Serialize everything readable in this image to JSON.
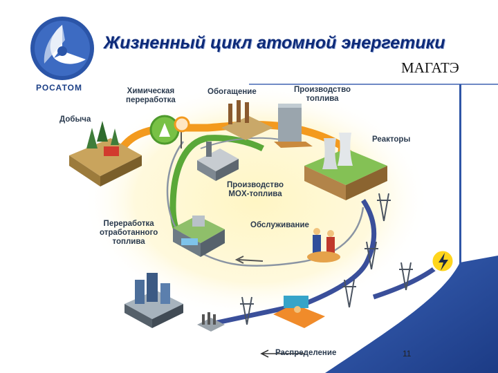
{
  "header": {
    "logo_text": "РОСАТОМ",
    "title": "Жизненный цикл атомной энергетики",
    "subtitle": "МАГАТЭ"
  },
  "diagram": {
    "stages": {
      "mining": "Добыча",
      "chemical_processing": "Химическая\nпереработка",
      "enrichment": "Обогащение",
      "fuel_production": "Производство\nтоплива",
      "reactors": "Реакторы",
      "mox_production": "Производство\nMOX-топлива",
      "maintenance": "Обслуживание",
      "spent_fuel_reprocessing": "Переработка\nотработанного\nтоплива",
      "distribution": "Распределение"
    }
  },
  "footer": {
    "page_number": "11"
  },
  "colors": {
    "title": "#0d2a78",
    "flow_orange": "#f39a1e",
    "flow_green": "#5aa838",
    "flow_blue": "#3a4f9a",
    "glow_yellow": "#fff3b0",
    "logo_blue": "#2b55a8",
    "energy_icon": "#ffd51c"
  }
}
